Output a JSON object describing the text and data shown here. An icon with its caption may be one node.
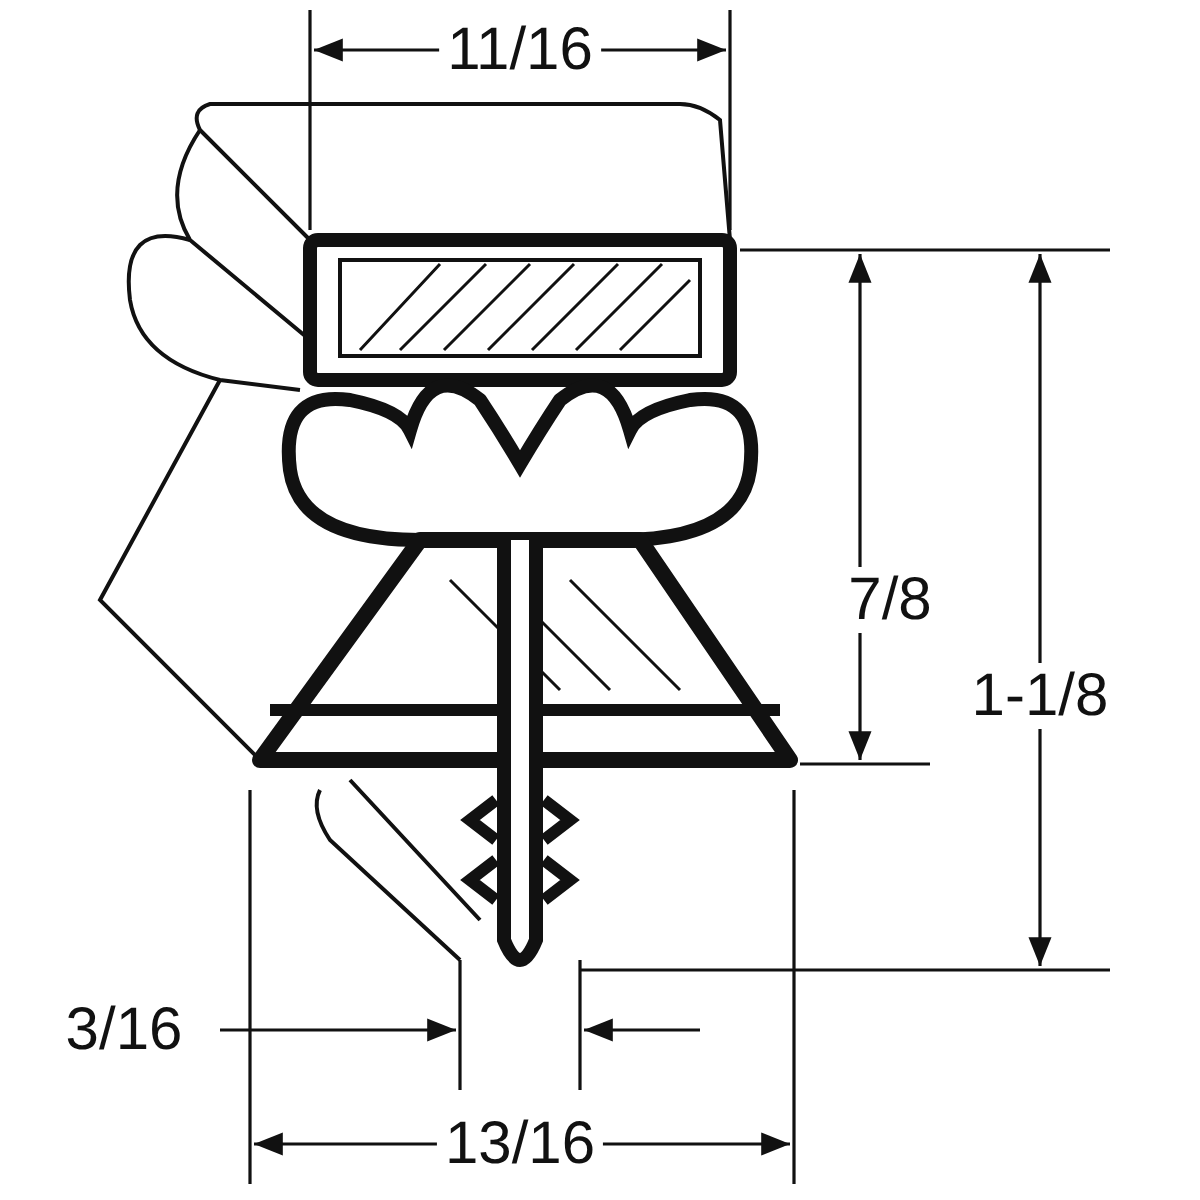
{
  "diagram": {
    "labels": [
      "11/16",
      "7/8",
      "1-1/8",
      "3/16",
      "13/16"
    ]
  }
}
